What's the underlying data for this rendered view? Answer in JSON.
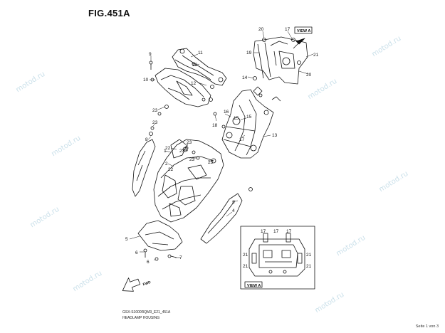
{
  "figure": {
    "title": "FIG.451A",
    "code": "GSX-S1000RQM3_E21_451A",
    "caption": "HEADLAMP HOUSING",
    "page": "Seite 1 von 3"
  },
  "watermark_text": "motod.ru",
  "view_label": "VIEW A",
  "fwd_label": "FWD",
  "callouts": [
    {
      "id": "c-20a",
      "text": "20"
    },
    {
      "id": "c-17a",
      "text": "17"
    },
    {
      "id": "c-19",
      "text": "19"
    },
    {
      "id": "c-21a",
      "text": "21"
    },
    {
      "id": "c-20b",
      "text": "20"
    },
    {
      "id": "c-9",
      "text": "9"
    },
    {
      "id": "c-11",
      "text": "11"
    },
    {
      "id": "c-12a",
      "text": "12"
    },
    {
      "id": "c-10",
      "text": "10"
    },
    {
      "id": "c-12b",
      "text": "12"
    },
    {
      "id": "c-14",
      "text": "14"
    },
    {
      "id": "c-23a",
      "text": "23"
    },
    {
      "id": "c-16",
      "text": "16"
    },
    {
      "id": "c-15a",
      "text": "15"
    },
    {
      "id": "c-18",
      "text": "18"
    },
    {
      "id": "c-15b",
      "text": "15"
    },
    {
      "id": "c-23b",
      "text": "23"
    },
    {
      "id": "c-8",
      "text": "8"
    },
    {
      "id": "c-22a",
      "text": "22"
    },
    {
      "id": "c-23c",
      "text": "23"
    },
    {
      "id": "c-17b",
      "text": "17"
    },
    {
      "id": "c-13",
      "text": "13"
    },
    {
      "id": "c-23d",
      "text": "23"
    },
    {
      "id": "c-1",
      "text": "1"
    },
    {
      "id": "c-23e",
      "text": "23"
    },
    {
      "id": "c-23f",
      "text": "23"
    },
    {
      "id": "c-2",
      "text": "2"
    },
    {
      "id": "c-22b",
      "text": "22"
    },
    {
      "id": "c-4",
      "text": "4"
    },
    {
      "id": "c-3",
      "text": "3"
    },
    {
      "id": "c-5",
      "text": "5"
    },
    {
      "id": "c-6a",
      "text": "6"
    },
    {
      "id": "c-7",
      "text": "7"
    },
    {
      "id": "c-6b",
      "text": "6"
    },
    {
      "id": "c-17c",
      "text": "17"
    },
    {
      "id": "c-17d",
      "text": "17"
    },
    {
      "id": "c-17e",
      "text": "17"
    },
    {
      "id": "c-21b",
      "text": "21"
    },
    {
      "id": "c-21c",
      "text": "21"
    },
    {
      "id": "c-21d",
      "text": "21"
    },
    {
      "id": "c-21e",
      "text": "21"
    }
  ]
}
